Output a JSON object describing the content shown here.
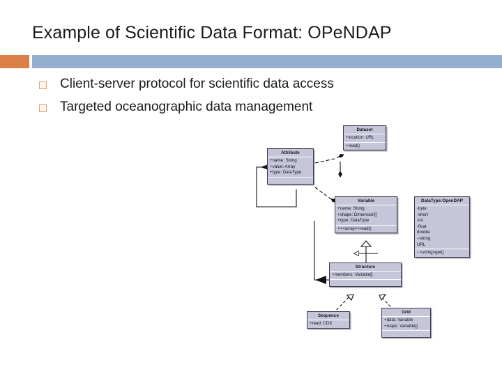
{
  "slide": {
    "title": "Example of Scientific Data Format: OPeNDAP",
    "accent_orange": "#dd8047",
    "accent_blue": "#94aecd",
    "bullet_marker_color": "#e0a070",
    "bullets": [
      {
        "text": "Client-server protocol for scientific data access"
      },
      {
        "text": "Targeted oceanographic data management"
      }
    ]
  },
  "diagram": {
    "box_fill": "#c6c6da",
    "box_border": "#3a3a4a",
    "classes": [
      {
        "id": "dataset",
        "name": "Dataset",
        "attributes": [
          "+location: URL"
        ],
        "methods": [
          "+read()"
        ],
        "extra_empty": false
      },
      {
        "id": "attribute",
        "name": "Attribute",
        "attributes": [
          "+name: String",
          "+value: Array",
          "+type: DataType"
        ],
        "methods": [],
        "extra_empty": true
      },
      {
        "id": "variable",
        "name": "Variable",
        "attributes": [
          "+name: String",
          "+shape: Dimension[]",
          "+type: DataType"
        ],
        "methods": [
          "+<<array>>read()"
        ],
        "extra_empty": false
      },
      {
        "id": "datatype",
        "name": "DataType:OpenDAP",
        "attributes": [
          "-byte",
          "-short",
          "-int",
          "-float",
          " double",
          "--string",
          "  URL"
        ],
        "methods": [
          "- <string>get()"
        ],
        "extra_empty": false
      },
      {
        "id": "structure",
        "name": "Structure",
        "attributes": [
          "+members: Variable[]"
        ],
        "methods": [],
        "extra_empty": true
      },
      {
        "id": "sequence",
        "name": "Sequence",
        "attributes": [
          "+read: CDX"
        ],
        "methods": [],
        "extra_empty": false
      },
      {
        "id": "grid",
        "name": "Grid",
        "attributes": [
          "+data: Variable",
          "+maps: Variable[]"
        ],
        "methods": [],
        "extra_empty": true
      }
    ]
  }
}
